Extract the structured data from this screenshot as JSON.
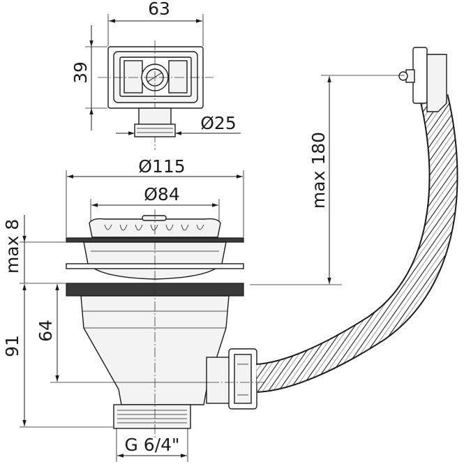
{
  "dimensions": {
    "overflow_width": "63",
    "overflow_height": "39",
    "overflow_pipe_diameter": "Ø25",
    "flange_diameter": "Ø115",
    "strainer_diameter": "Ø84",
    "hose_length": "max 180",
    "sink_thickness": "max 8",
    "total_height": "91",
    "body_height": "64",
    "thread": "G 6/4\""
  },
  "colors": {
    "line": "#1a1a1a",
    "gasket": "#3a3a3a",
    "metal": "#d9d9d9"
  }
}
